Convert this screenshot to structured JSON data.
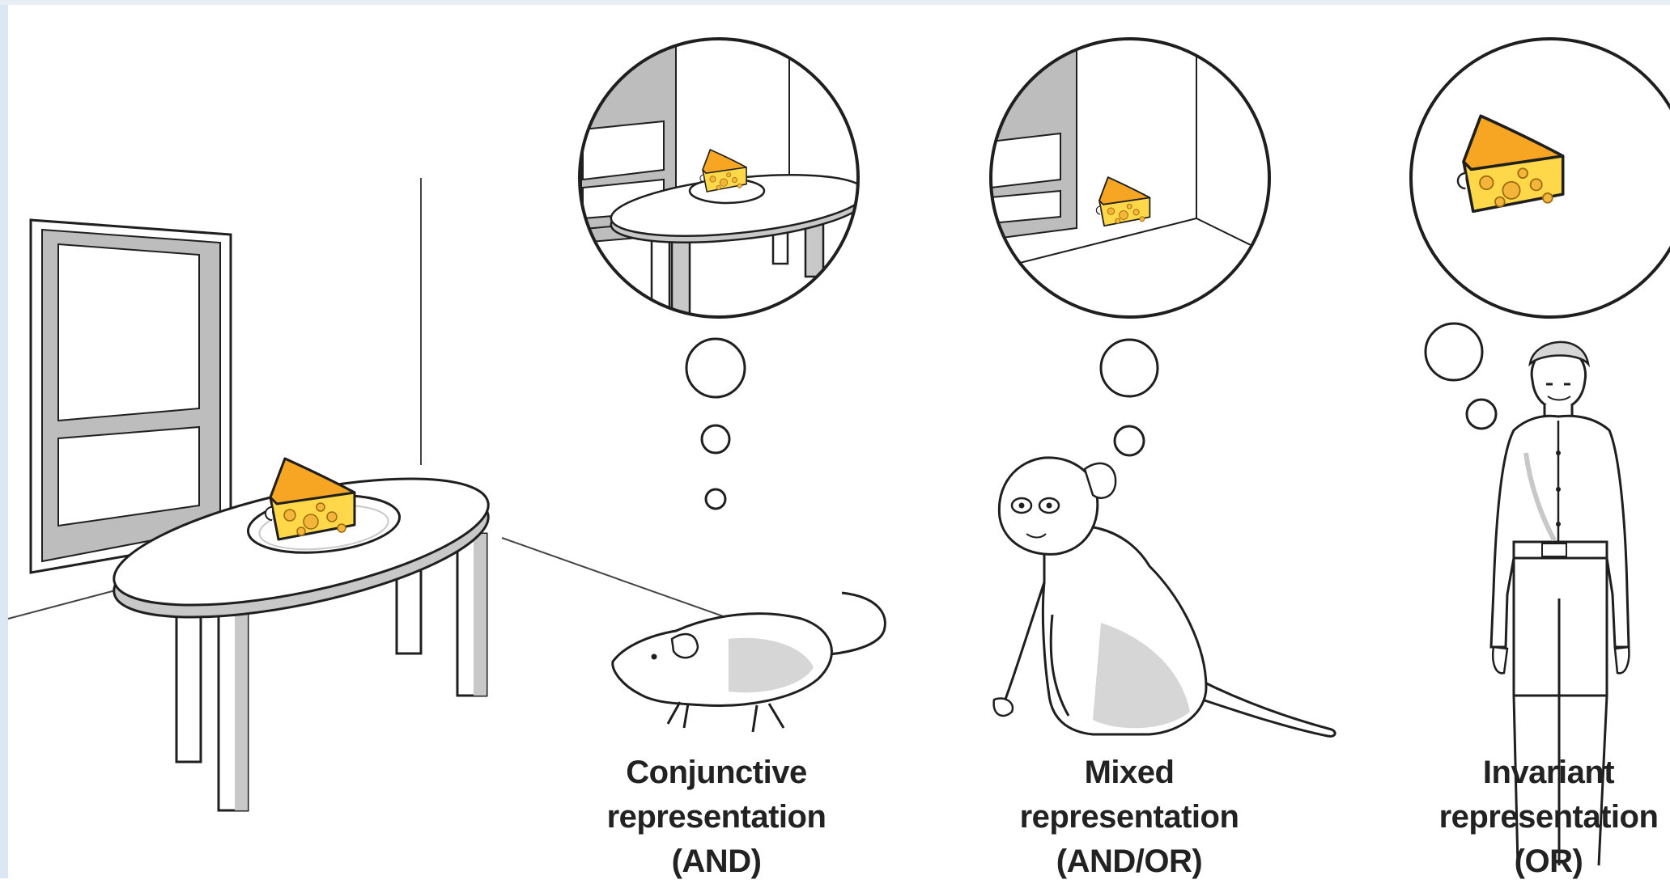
{
  "captions": [
    {
      "line1": "Conjunctive",
      "line2": "representation",
      "line3": "(AND)"
    },
    {
      "line1": "Mixed",
      "line2": "representation",
      "line3": "(AND/OR)"
    },
    {
      "line1": "Invariant",
      "line2": "representation",
      "line3": "(OR)"
    }
  ],
  "colors": {
    "cheese_fill": "#FFD84A",
    "cheese_shade": "#F6A623",
    "cheese_holes": "#F4B63A",
    "outline": "#1f1f1f",
    "shadow_gray": "#c8c8c8",
    "wall_gray": "#b9b9b9",
    "frame_bar": "#dadada",
    "left_accent": "#dbe7f2"
  },
  "icons": [
    "cheese-icon",
    "rat-icon",
    "monkey-icon",
    "human-icon",
    "window-icon",
    "table-icon",
    "thought-bubble-icon"
  ]
}
